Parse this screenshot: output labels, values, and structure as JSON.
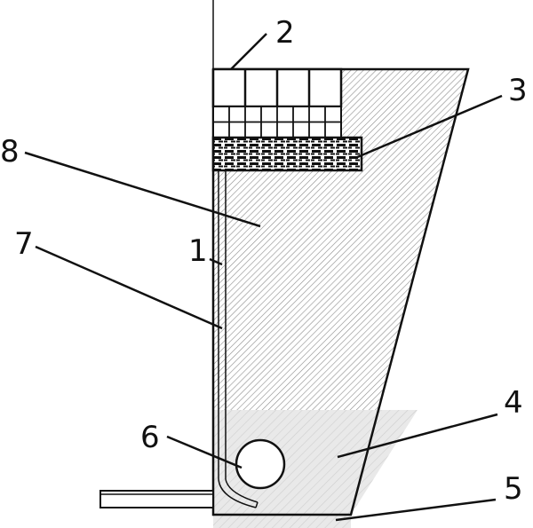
{
  "callouts": {
    "c1": "1",
    "c2": "2",
    "c3": "3",
    "c4": "4",
    "c5": "5",
    "c6": "6",
    "c7": "7",
    "c8": "8"
  },
  "colors": {
    "line": "#111111",
    "hatch": "#9a9a9a",
    "fill_zone": "#e6e6e6",
    "background": "#ffffff"
  }
}
